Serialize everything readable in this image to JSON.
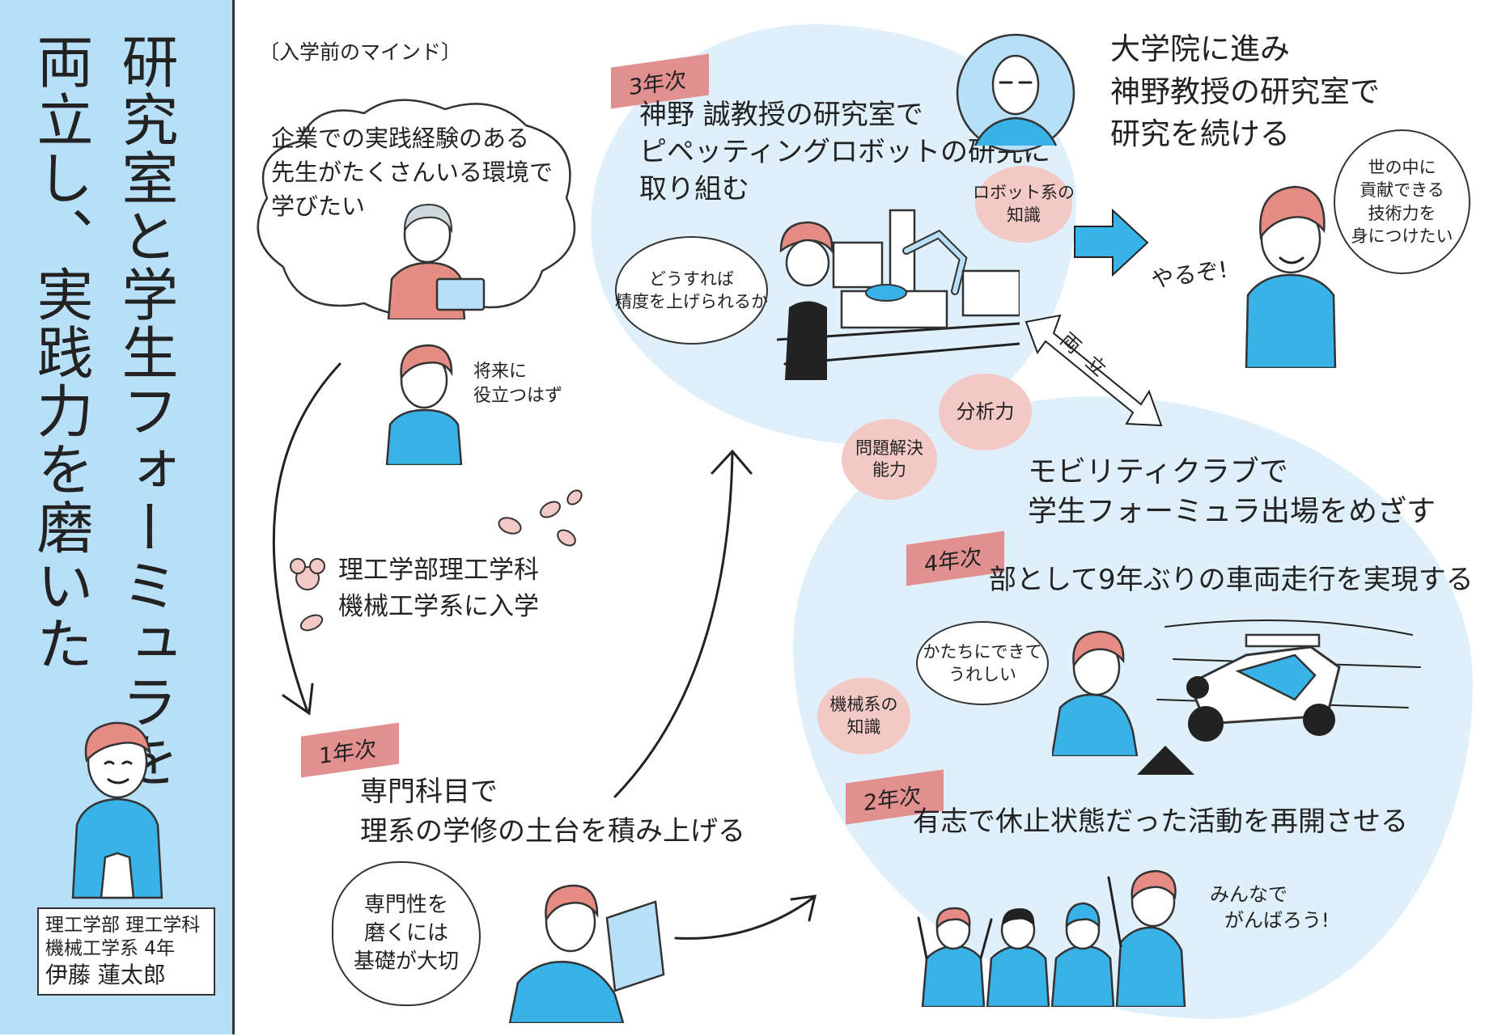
{
  "title": {
    "line1": "研究室と学生フォーミュラを",
    "line2": "両立し、実践力を磨いた"
  },
  "profile": {
    "line1": "理工学部 理工学科",
    "line2": "機械工学系 4年",
    "name": "伊藤 蓮太郎"
  },
  "mindset": {
    "label": "〔入学前のマインド〕",
    "cloud": [
      "企業での実践経験のある",
      "先生がたくさんいる環境で",
      "学びたい"
    ],
    "note": [
      "将来に",
      "役立つはず"
    ]
  },
  "entry": {
    "text": [
      "理工学部理工学科",
      "機械工学系に入学"
    ]
  },
  "year1": {
    "flag": "1年次",
    "text": [
      "専門科目で",
      "理系の学修の土台を積み上げる"
    ],
    "bubble": [
      "専門性を",
      "磨くには",
      "基礎が大切"
    ]
  },
  "year3": {
    "flag": "3年次",
    "text": [
      "神野 誠教授の研究室で",
      "ピペッティングロボットの研究に",
      "取り組む"
    ],
    "bubble": [
      "どうすれば",
      "精度を上げられるか"
    ],
    "skill": [
      "ロボット系の",
      "知識"
    ]
  },
  "graduate": {
    "text": [
      "大学院に進み",
      "神野教授の研究室で",
      "研究を続ける"
    ],
    "shout": "やるぞ!",
    "bubble": [
      "世の中に",
      "貢献できる",
      "技術力を",
      "身につけたい"
    ]
  },
  "both": {
    "label": "両立"
  },
  "skills": {
    "analysis": "分析力",
    "problem": [
      "問題解決",
      "能力"
    ],
    "mechanical": [
      "機械系の",
      "知識"
    ]
  },
  "club": {
    "text": [
      "モビリティクラブで",
      "学生フォーミュラ出場をめざす"
    ]
  },
  "year4": {
    "flag": "4年次",
    "text": "部として9年ぶりの車両走行を実現する",
    "bubble": [
      "かたちにできて",
      "うれしい"
    ]
  },
  "year2": {
    "flag": "2年次",
    "text": "有志で休止状態だった活動を再開させる",
    "note": [
      "みんなで",
      "がんばろう!"
    ]
  },
  "colors": {
    "panel": "#b7dff7",
    "blob": "#dff0fb",
    "flag": "#e28f8f",
    "skill": "#f3c9c6",
    "accent": "#39b2e8"
  }
}
